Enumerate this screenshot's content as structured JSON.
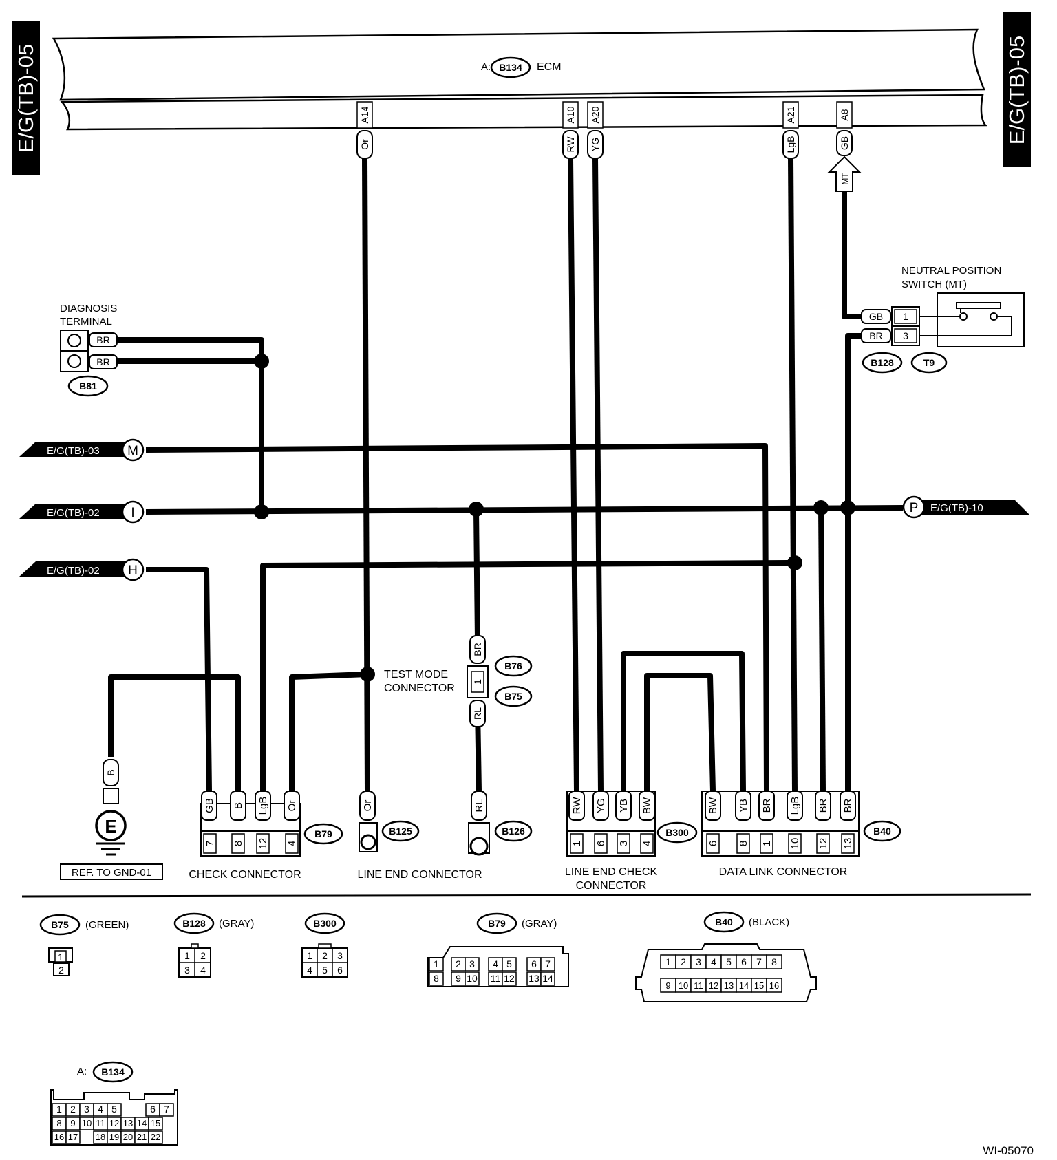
{
  "page": {
    "section_tag": "E/G(TB)-05",
    "figure_id": "WI-05070"
  },
  "ecm": {
    "prefix": "A:",
    "connector": "B134",
    "label": "ECM",
    "pins": [
      {
        "pin": "A14",
        "wire": "Or"
      },
      {
        "pin": "A10",
        "wire": "RW"
      },
      {
        "pin": "A20",
        "wire": "YG"
      },
      {
        "pin": "A21",
        "wire": "LgB"
      },
      {
        "pin": "A8",
        "wire": "GB"
      }
    ],
    "mt_marker": "MT"
  },
  "offpage": [
    {
      "ref": "E/G(TB)-03",
      "letter": "M"
    },
    {
      "ref": "E/G(TB)-02",
      "letter": "I"
    },
    {
      "ref": "E/G(TB)-02",
      "letter": "H"
    },
    {
      "ref": "E/G(TB)-10",
      "letter": "P"
    }
  ],
  "diagnosis_terminal": {
    "label_line1": "DIAGNOSIS",
    "label_line2": "TERMINAL",
    "wires": [
      "BR",
      "BR"
    ],
    "connector": "B81"
  },
  "neutral_switch": {
    "label_line1": "NEUTRAL POSITION",
    "label_line2": "SWITCH (MT)",
    "wires": [
      "GB",
      "BR"
    ],
    "pins": [
      "1",
      "3"
    ],
    "connectors": [
      "B128",
      "T9"
    ]
  },
  "test_mode": {
    "label_line1": "TEST MODE",
    "label_line2": "CONNECTOR",
    "wire_top": "BR",
    "pin": "1",
    "wire_bottom": "RL",
    "connectors": [
      "B76",
      "B75"
    ]
  },
  "ground": {
    "wire": "B",
    "symbol": "E",
    "ref": "REF. TO GND-01"
  },
  "check_connector": {
    "label": "CHECK CONNECTOR",
    "connector": "B79",
    "wires": [
      "GB",
      "B",
      "LgB",
      "Or"
    ],
    "pins": [
      "7",
      "8",
      "12",
      "4"
    ]
  },
  "line_end_connectors": {
    "label": "LINE END CONNECTOR",
    "left": {
      "wire": "Or",
      "connector": "B125"
    },
    "right": {
      "wire": "RL",
      "connector": "B126"
    }
  },
  "line_end_check": {
    "label_line1": "LINE END CHECK",
    "label_line2": "CONNECTOR",
    "connector": "B300",
    "wires": [
      "RW",
      "YG",
      "YB",
      "BW"
    ],
    "pins": [
      "1",
      "6",
      "3",
      "4"
    ]
  },
  "data_link": {
    "label": "DATA LINK CONNECTOR",
    "connector": "B40",
    "wires": [
      "BW",
      "YB",
      "BR",
      "LgB",
      "BR",
      "BR"
    ],
    "pins": [
      "6",
      "8",
      "1",
      "10",
      "12",
      "13"
    ]
  },
  "legend": {
    "b75": {
      "name": "B75",
      "color": "(GREEN)",
      "pins": [
        "1",
        "2"
      ]
    },
    "b128": {
      "name": "B128",
      "color": "(GRAY)",
      "pins": [
        "1",
        "2",
        "3",
        "4"
      ]
    },
    "b300": {
      "name": "B300",
      "pins": [
        "1",
        "2",
        "3",
        "4",
        "5",
        "6"
      ]
    },
    "b79": {
      "name": "B79",
      "color": "(GRAY)",
      "row1": [
        "1",
        "2",
        "3",
        "4",
        "5",
        "6",
        "7"
      ],
      "row2": [
        "8",
        "9",
        "10",
        "11",
        "12",
        "13",
        "14"
      ]
    },
    "b40": {
      "name": "B40",
      "color": "(BLACK)",
      "row1": [
        "1",
        "2",
        "3",
        "4",
        "5",
        "6",
        "7",
        "8"
      ],
      "row2": [
        "9",
        "10",
        "11",
        "12",
        "13",
        "14",
        "15",
        "16"
      ]
    },
    "b134": {
      "prefix": "A:",
      "name": "B134",
      "row1": [
        "1",
        "2",
        "3",
        "4",
        "5",
        "6",
        "7"
      ],
      "row2": [
        "8",
        "9",
        "10",
        "11",
        "12",
        "13",
        "14",
        "15"
      ],
      "row3": [
        "16",
        "17",
        "18",
        "19",
        "20",
        "21",
        "22"
      ]
    }
  }
}
